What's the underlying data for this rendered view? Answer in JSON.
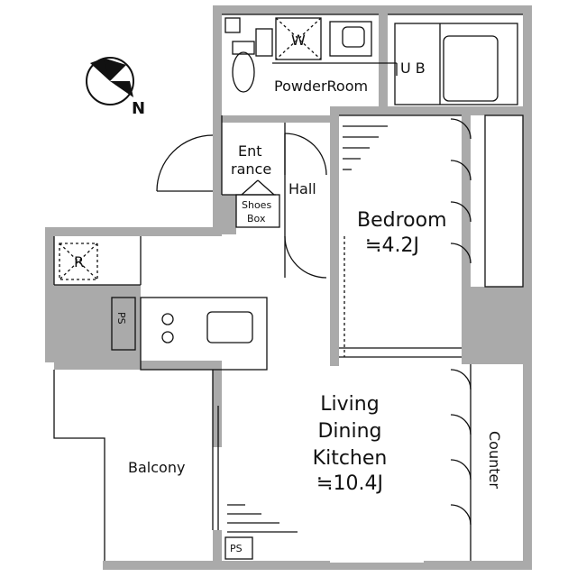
{
  "compass": {
    "label": "N"
  },
  "rooms": {
    "washer": "W",
    "unit_bath": "U B",
    "powder_room": "PowderRoom",
    "entrance": [
      "Ent",
      "rance"
    ],
    "shoes_box": [
      "Shoes",
      "Box"
    ],
    "hall": "Hall",
    "bedroom": [
      "Bedroom",
      "≒4.2J"
    ],
    "fridge": "R",
    "pipe_space_kitchen": "PS",
    "pipe_space_lower": "PS",
    "balcony": "Balcony",
    "ldk": [
      "Living",
      "Dining",
      "Kitchen",
      "≒10.4J"
    ],
    "counter": "Counter"
  },
  "colors": {
    "wall": "#aaaaaa",
    "line": "#111111",
    "background": "#ffffff"
  }
}
